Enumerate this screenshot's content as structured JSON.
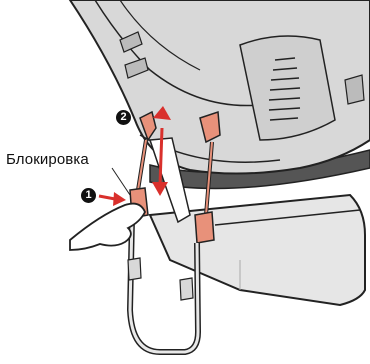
{
  "labels": {
    "lock": "Блокировка"
  },
  "steps": [
    {
      "number": "1",
      "action": "press-lock"
    },
    {
      "number": "2",
      "action": "pull-down"
    }
  ],
  "colors": {
    "accent": "#e8917a",
    "arrow": "#d9302c",
    "line": "#222222",
    "seat_gray": "#d8d8d8",
    "base_gray": "#e6e6e6",
    "belt": "#555555"
  },
  "icons": {
    "step_1": "numbered-circle-icon",
    "step_2": "numbered-circle-icon",
    "push_arrow": "right-arrow-icon",
    "pull_arrow": "double-down-arrow-icon"
  }
}
